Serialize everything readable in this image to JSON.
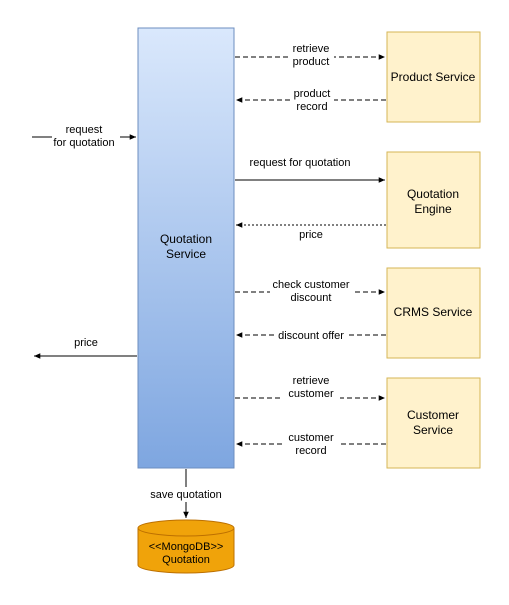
{
  "nodes": {
    "quotation_service": {
      "line1": "Quotation",
      "line2": "Service"
    },
    "product_service": {
      "label": "Product Service"
    },
    "quotation_engine": {
      "line1": "Quotation",
      "line2": "Engine"
    },
    "crms_service": {
      "label": "CRMS Service"
    },
    "customer_service": {
      "line1": "Customer",
      "line2": "Service"
    },
    "mongodb": {
      "line1": "<<MongoDB>>",
      "line2": "Quotation"
    }
  },
  "edges": {
    "request_quotation_in": {
      "line1": "request",
      "line2": "for quotation"
    },
    "price_out": {
      "label": "price"
    },
    "retrieve_product": {
      "line1": "retrieve",
      "line2": "product"
    },
    "product_record": {
      "line1": "product",
      "line2": "record"
    },
    "request_for_quotation": {
      "label": "request for quotation"
    },
    "price_return": {
      "label": "price"
    },
    "check_customer_discount": {
      "line1": "check customer",
      "line2": "discount"
    },
    "discount_offer": {
      "label": "discount offer"
    },
    "retrieve_customer": {
      "line1": "retrieve",
      "line2": "customer"
    },
    "customer_record": {
      "line1": "customer",
      "line2": "record"
    },
    "save_quotation": {
      "label": "save quotation"
    }
  },
  "colors": {
    "service_fill_top": "#dae8fc",
    "service_fill_bottom": "#7ea6e0",
    "box_fill": "#fff2cc",
    "box_stroke": "#d6b656",
    "db_fill": "#f0a30a",
    "db_stroke": "#bd7000"
  }
}
